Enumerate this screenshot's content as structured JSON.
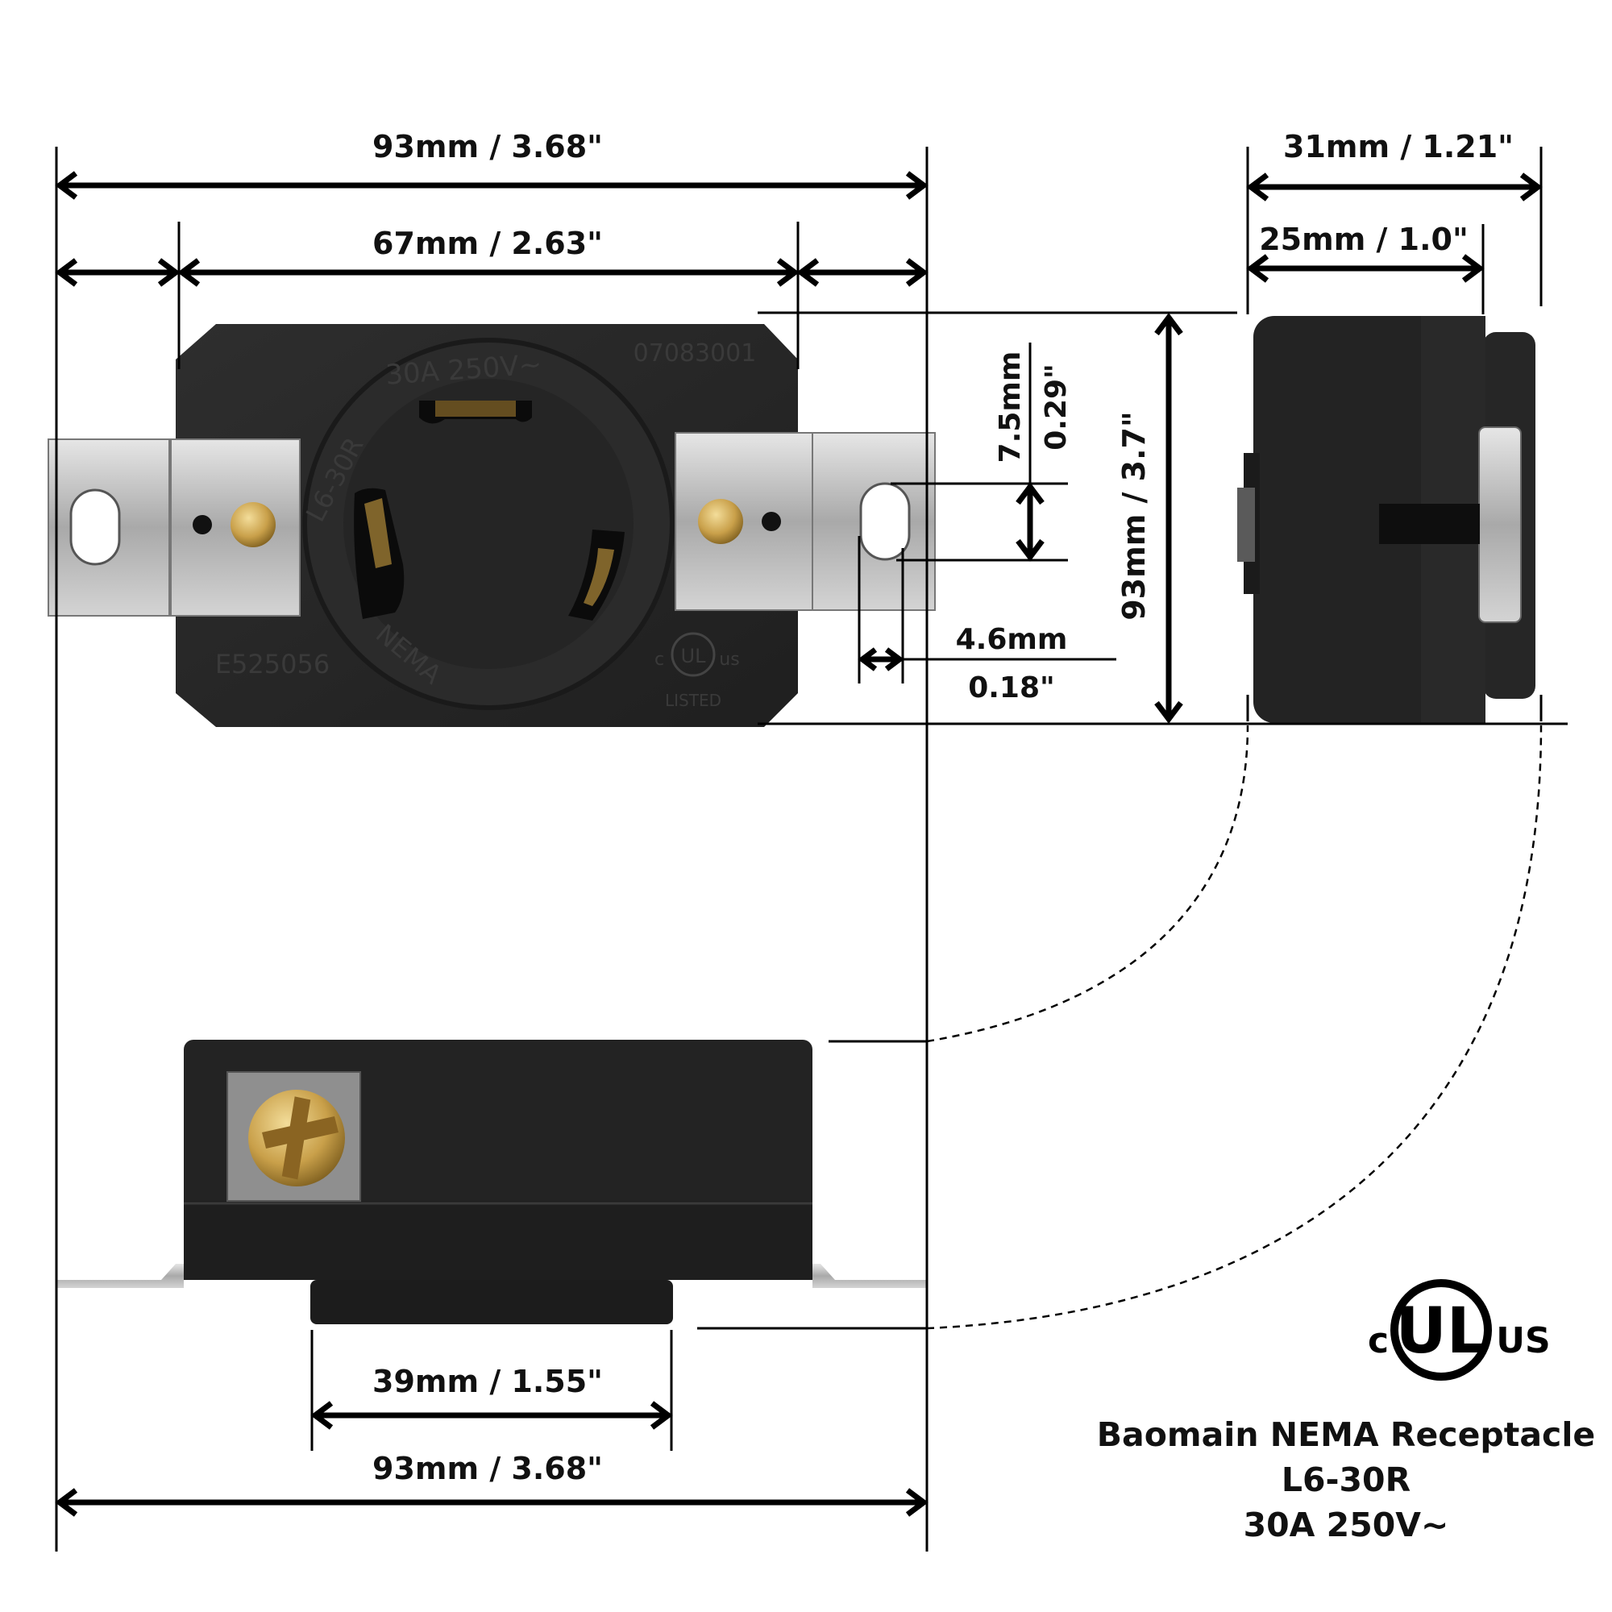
{
  "dimensions": {
    "front_overall_width": "93mm / 3.68\"",
    "front_mount_spacing": "67mm / 2.63\"",
    "front_height": "93mm / 3.7\"",
    "slot_height_mm": "7.5mm",
    "slot_height_in": "0.29\"",
    "slot_width_mm": "4.6mm",
    "slot_width_in": "0.18\"",
    "side_overall_depth": "31mm / 1.21\"",
    "side_body_depth": "25mm / 1.0\"",
    "bottom_face_diameter": "39mm / 1.55\"",
    "bottom_overall_width": "93mm / 3.68\""
  },
  "product_markings": {
    "rating": "30A 250V~",
    "type": "L6-30R",
    "brand": "NEMA",
    "code_top": "07083001",
    "code_bottom": "E525056",
    "ul_small": "UL",
    "ul_listed": "LISTED",
    "ul_c": "c",
    "ul_us": "us"
  },
  "ul_logo": {
    "c": "c",
    "mark": "UL",
    "us": "US"
  },
  "caption": {
    "line1": "Baomain NEMA Receptacle",
    "line2": "L6-30R",
    "line3": "30A 250V~"
  },
  "colors": {
    "body": "#262626",
    "metal": "#b8b8b8",
    "brass": "#c9a04a",
    "line": "#000000"
  },
  "icons": [
    "ul-certification-icon",
    "screw-icon",
    "rivet-icon",
    "mounting-slot-icon"
  ]
}
